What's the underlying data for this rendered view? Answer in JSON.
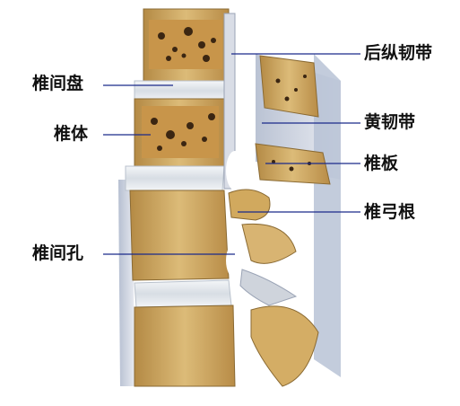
{
  "labels": {
    "posterior_longitudinal_ligament": "后纵韧带",
    "intervertebral_disc": "椎间盘",
    "ligamentum_flavum": "黄韧带",
    "vertebral_body": "椎体",
    "lamina": "椎板",
    "pedicle": "椎弓根",
    "intervertebral_foramen": "椎间孔"
  },
  "colors": {
    "bone": "#d6b16a",
    "bone_dark": "#a87f3c",
    "cancellous": "#c59143",
    "cancellous_hole": "#3b2612",
    "disc": "#e9ecef",
    "ligament": "#bfc7d9",
    "leader_line": "#1b2a8a",
    "text": "#111111"
  }
}
